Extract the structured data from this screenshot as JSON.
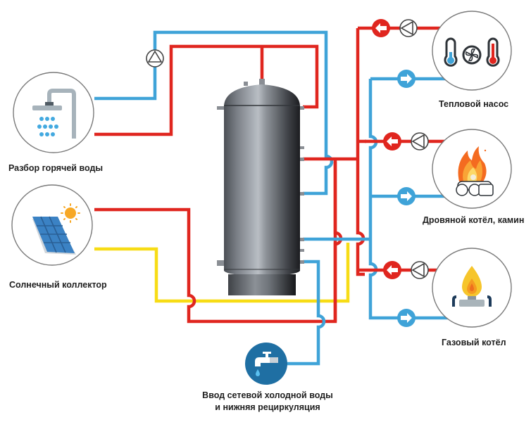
{
  "diagram": {
    "title": "Схема подключения буферной ёмкости",
    "colors": {
      "hot": "#e0261f",
      "cold": "#3fa3d8",
      "solar": "#f7dc16",
      "tank": "#5d6168",
      "node_border": "#7a7a7a",
      "text": "#1e1e1e"
    },
    "nodes": {
      "hot_water": {
        "label": "Разбор горячей воды",
        "icon": "shower-icon"
      },
      "solar": {
        "label": "Солнечный коллектор",
        "icon": "solar-panel-icon"
      },
      "cold_inlet": {
        "line1": "Ввод сетевой холодной воды",
        "line2": "и нижняя рециркуляция",
        "icon": "water-tap-icon"
      },
      "heat_pump": {
        "label": "Тепловой насос",
        "icon": "thermometer-fan-icon"
      },
      "wood_boiler": {
        "label": "Дровяной котёл, камин",
        "icon": "campfire-icon"
      },
      "gas_boiler": {
        "label": "Газовый котёл",
        "icon": "gas-burner-icon"
      }
    },
    "center": {
      "name": "buffer-tank",
      "icon": "tank-icon"
    },
    "flow_markers": {
      "supply": "arrow-left (hot, to tank)",
      "return": "arrow-right (cold, to source)",
      "pump": "circulation pump"
    }
  }
}
